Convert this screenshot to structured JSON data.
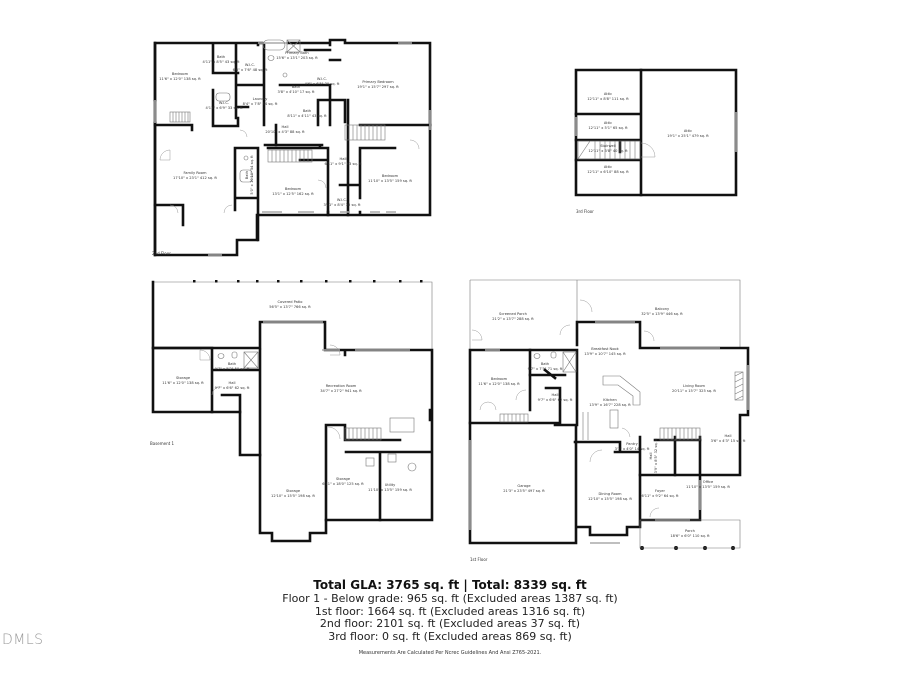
{
  "floors": {
    "second": {
      "caption": "2nd Floor",
      "rooms": [
        {
          "name": "Bedroom",
          "dims": "11'6\" x 12'0\" 138 sq. ft"
        },
        {
          "name": "Bath",
          "dims": "4'11\" x 8'5\" 43 sq. ft"
        },
        {
          "name": "W.I.C.",
          "dims": "6'6\" x 7'6\" 48 sq. ft"
        },
        {
          "name": "Primary Bath",
          "dims": "15'6\" x 13'1\" 203 sq. ft"
        },
        {
          "name": "W.I.C.",
          "dims": "4'6\" x 6'5\" 30 sq. ft"
        },
        {
          "name": "Primary Bedroom",
          "dims": "19'1\" x 15'7\" 297 sq. ft"
        },
        {
          "name": "W.I.C.",
          "dims": "4'11\" x 6'9\" 33 sq. ft"
        },
        {
          "name": "Laundry",
          "dims": "8'4\" x 7'8\" 54 sq. ft"
        },
        {
          "name": "Bath",
          "dims": "3'8\" x 4'10\" 17 sq. ft"
        },
        {
          "name": "Bath",
          "dims": "8'11\" x 4'11\" 43 sq. ft"
        },
        {
          "name": "Hall",
          "dims": "20'10\" x 4'3\" 88 sq. ft"
        },
        {
          "name": "Bath",
          "dims": "5'0\" x 10'10\" 54 sq. ft"
        },
        {
          "name": "Family Room",
          "dims": "17'10\" x 23'1\" 412 sq. ft"
        },
        {
          "name": "Hall",
          "dims": "6'11\" x 9'1\" 63 sq. ft"
        },
        {
          "name": "Bedroom",
          "dims": "11'10\" x 13'5\" 159 sq. ft"
        },
        {
          "name": "Bedroom",
          "dims": "13'1\" x 12'5\" 162 sq. ft"
        },
        {
          "name": "W.I.C.",
          "dims": "3'11\" x 8'4\" 30 sq. ft"
        }
      ]
    },
    "third": {
      "caption": "3rd Floor",
      "rooms": [
        {
          "name": "Attic",
          "dims": "12'11\" x 8'8\" 111 sq. ft"
        },
        {
          "name": "Attic",
          "dims": "12'11\" x 5'1\" 65 sq. ft"
        },
        {
          "name": "Stairwell",
          "dims": "12'11\" x 3'8\" 40 sq. ft"
        },
        {
          "name": "Attic",
          "dims": "12'11\" x 6'10\" 88 sq. ft"
        },
        {
          "name": "Attic",
          "dims": "19'1\" x 25'1\" 479 sq. ft"
        }
      ]
    },
    "basement": {
      "caption": "Basement 1",
      "rooms": [
        {
          "name": "Covered Patio",
          "dims": "56'5\" x 13'7\" 766 sq. ft"
        },
        {
          "name": "Storage",
          "dims": "11'6\" x 12'0\" 138 sq. ft"
        },
        {
          "name": "Bath",
          "dims": "9'7\" x 5'2\" 50 sq. ft"
        },
        {
          "name": "Hall",
          "dims": "9'7\" x 6'6\" 62 sq. ft"
        },
        {
          "name": "Recreation Room",
          "dims": "34'7\" x 27'2\" 941 sq. ft"
        },
        {
          "name": "Storage",
          "dims": "12'10\" x 15'5\" 198 sq. ft"
        },
        {
          "name": "Storage",
          "dims": "6'11\" x 18'0\" 125 sq. ft"
        },
        {
          "name": "Utility",
          "dims": "11'10\" x 13'5\" 159 sq. ft"
        }
      ]
    },
    "first": {
      "caption": "1st Floor",
      "rooms": [
        {
          "name": "Screened Porch",
          "dims": "21'2\" x 13'7\" 288 sq. ft"
        },
        {
          "name": "Balcony",
          "dims": "32'5\" x 13'9\" 446 sq. ft"
        },
        {
          "name": "Breakfast Nook",
          "dims": "13'9\" x 10'7\" 145 sq. ft"
        },
        {
          "name": "Bedroom",
          "dims": "11'6\" x 12'0\" 138 sq. ft"
        },
        {
          "name": "Bath",
          "dims": "9'7\" x 7'5\" 71 sq. ft"
        },
        {
          "name": "Hall",
          "dims": "9'7\" x 6'6\" 62 sq. ft"
        },
        {
          "name": "Kitchen",
          "dims": "13'9\" x 16'7\" 228 sq. ft"
        },
        {
          "name": "Living Room",
          "dims": "20'11\" x 15'7\" 325 sq. ft"
        },
        {
          "name": "Hall",
          "dims": "3'6\" x 4'3\" 15 sq. ft"
        },
        {
          "name": "Pantry",
          "dims": "3'1\" x 4'0\" 14 sq. ft"
        },
        {
          "name": "Hall",
          "dims": "3'9\" x 8'5\" 32 sq. ft"
        },
        {
          "name": "Garage",
          "dims": "21'3\" x 23'5\" 497 sq. ft"
        },
        {
          "name": "Dining Room",
          "dims": "12'10\" x 15'5\" 198 sq. ft"
        },
        {
          "name": "Foyer",
          "dims": "6'11\" x 9'2\" 64 sq. ft"
        },
        {
          "name": "Office",
          "dims": "11'10\" x 13'5\" 159 sq. ft"
        },
        {
          "name": "Porch",
          "dims": "18'6\" x 6'0\" 110 sq. ft"
        }
      ]
    }
  },
  "summary": {
    "total": "Total GLA: 3765 sq. ft | Total: 8339 sq. ft",
    "lines": [
      "Floor 1 - Below grade: 965 sq. ft (Excluded areas 1387 sq. ft)",
      "1st floor: 1664 sq. ft (Excluded areas 1316 sq. ft)",
      "2nd floor: 2101 sq. ft (Excluded areas 37 sq. ft)",
      "3rd floor: 0 sq. ft (Excluded areas 869 sq. ft)"
    ],
    "footnote": "Measurements Are Calculated Per Ncrec Guidelines And Ansi Z765-2021."
  },
  "logo": "DMLS"
}
